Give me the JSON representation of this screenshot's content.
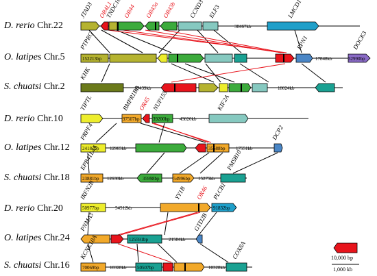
{
  "rows": [
    {
      "species": "D. rerio",
      "chr": "Chr.22"
    },
    {
      "species": "O. latipes",
      "chr": "Chr.5"
    },
    {
      "species": "S. chuatsi",
      "chr": "Chr.2"
    },
    {
      "species": "D. rerio",
      "chr": "Chr.10"
    },
    {
      "species": "O. latipes",
      "chr": "Chr.12"
    },
    {
      "species": "S. chuatsi",
      "chr": "Chr.18"
    },
    {
      "species": "D. rerio",
      "chr": "Chr.20"
    },
    {
      "species": "O. latipes",
      "chr": "Chr.24"
    },
    {
      "species": "S. chuatsi",
      "chr": "Chr.16"
    }
  ],
  "gene_labels": {
    "jtad3": "JTAD3",
    "or4l1": "OR4L1",
    "tnd10": "TNDC10",
    "or44": "OR44",
    "or43a": "OR43a",
    "or43b": "OR43b",
    "ccnd3": "CCND3",
    "elf3": "ELF3",
    "lmcd1": "LMCD1",
    "ptprg": "PTPRG",
    "rpn1": "RPN1",
    "dock3": "DOCK3",
    "khk": "KHK",
    "tiptl": "TIPTL",
    "bmpr1bb": "BMPR1BB",
    "or45": "OR45",
    "nup155": "NUP155",
    "kif2a": "KIF2A",
    "prpf4": "PRPF4",
    "dcp2": "DCP2",
    "epb41l4a": "EPB41L4A",
    "pms1b10": "PMSB10",
    "ifn2b": "IRFN2B",
    "yy1b": "YY1B",
    "or46": "OR46",
    "plcb1": "PLCB1",
    "pnma3": "PNMA3",
    "gtd2b": "GTD2B",
    "kcnk10a": "KCNK10A",
    "cox8a": "COX8A"
  },
  "gap_labels": {
    "r1_38467": "38467kb",
    "r2_152213": "152213bp",
    "r2_17848": "17848kb",
    "r2_32990": "32990bp",
    "r3_17439": "17439kb",
    "r3_18024": "18024kb",
    "r4_97507": "97507bp",
    "r4_39200": "39200bp",
    "r4_43820": "43820kb",
    "r5_24187": "24187bp",
    "r5_12965": "12965kb",
    "r5_35688": "35688bp",
    "r5_17551": "17551kb",
    "r6_23881": "23881bp",
    "r6_12630": "12630kb",
    "r6_35998": "35998bp",
    "r6_54996": "54996bp",
    "r6_15275": "15275kb",
    "r7_50977": "50977bp",
    "r7_54512": "54512kb",
    "r7_91832": "91832bp",
    "r8_125591": "125591bp",
    "r8_21584": "21584kb",
    "r9_70069": "70069bp",
    "r9_10328a": "10328kb",
    "r9_50507": "50507bp",
    "r9_10328b": "10328kb"
  },
  "scale": {
    "gene_bp": "10,000 bp",
    "line_kb": "1,000 kb"
  },
  "colors": {
    "olive": "#b5b330",
    "green": "#3cab3c",
    "teal": "#86c9c0",
    "blue": "#1f9fc9",
    "red": "#e8141c",
    "steel": "#4a86c6",
    "purple": "#8a6bc6",
    "yellow": "#eded2c",
    "orange": "#f2a92a",
    "darkteal": "#1aa192",
    "darkolive": "#6b7a1a",
    "brown": "#a24f2a"
  }
}
